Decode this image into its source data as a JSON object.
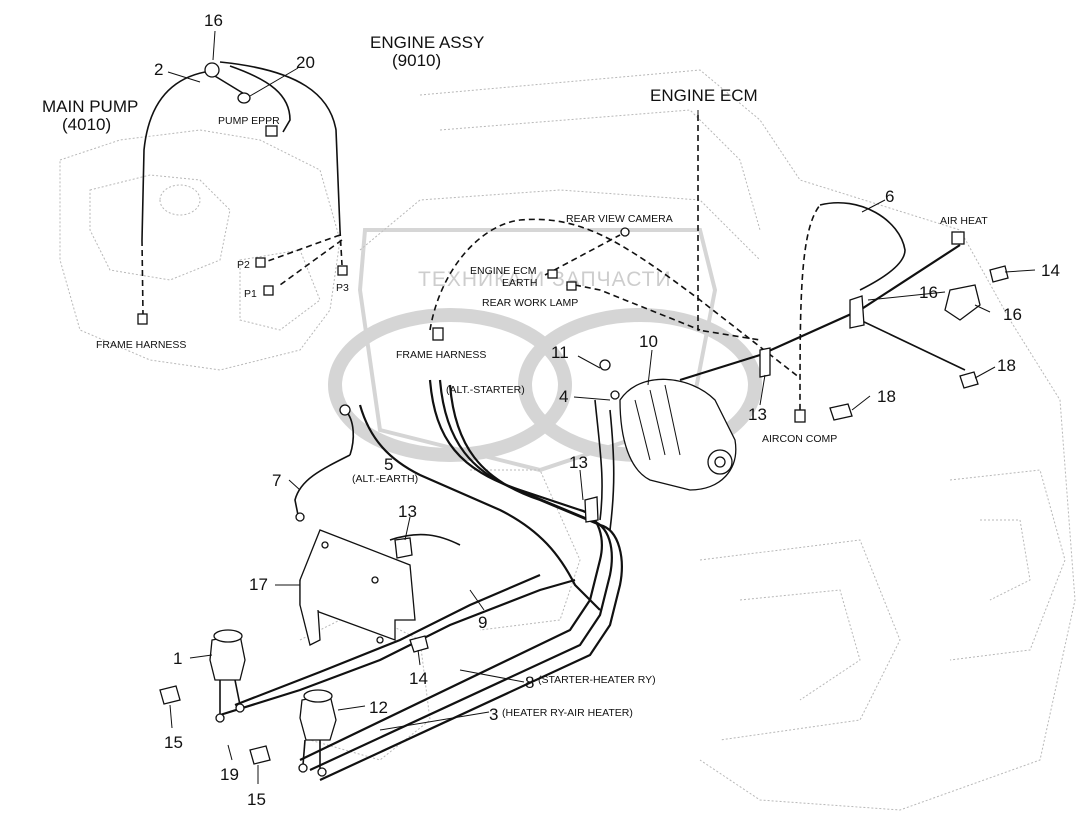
{
  "watermark": {
    "text": "ТЕХНИКА И ЗАПЧАСТИ"
  },
  "labels": {
    "engine_assy": "ENGINE ASSY",
    "engine_assy_code": "(9010)",
    "main_pump": "MAIN PUMP",
    "main_pump_code": "(4010)",
    "engine_ecm": "ENGINE ECM",
    "pump_eppr": "PUMP EPPR",
    "p1": "P1",
    "p2": "P2",
    "p3": "P3",
    "frame_harness_left": "FRAME HARNESS",
    "frame_harness_center": "FRAME HARNESS",
    "rear_view_camera": "REAR VIEW CAMERA",
    "engine_ecm_earth_1": "ENGINE ECM",
    "engine_ecm_earth_2": "EARTH",
    "rear_work_lamp": "REAR WORK LAMP",
    "alt_starter": "(ALT.-STARTER)",
    "alt_earth": "(ALT.-EARTH)",
    "air_heat": "AIR HEAT",
    "aircon_comp": "AIRCON COMP",
    "starter_heater_ry": "(STARTER-HEATER RY)",
    "heater_ry_air_heater": "(HEATER RY-AIR HEATER)"
  },
  "callouts": {
    "c16_top": "16",
    "c2": "2",
    "c20": "20",
    "c6": "6",
    "c14_right": "14",
    "c16_right_a": "16",
    "c16_right_b": "16",
    "c18_right": "18",
    "c18_lower": "18",
    "c13_right": "13",
    "c10": "10",
    "c11": "11",
    "c4": "4",
    "c13_mid": "13",
    "c5": "5",
    "c7": "7",
    "c13_left": "13",
    "c17": "17",
    "c9": "9",
    "c1": "1",
    "c14_bottom": "14",
    "c8": "8",
    "c3": "3",
    "c12": "12",
    "c15_left": "15",
    "c19": "19",
    "c15_bottom": "15"
  }
}
